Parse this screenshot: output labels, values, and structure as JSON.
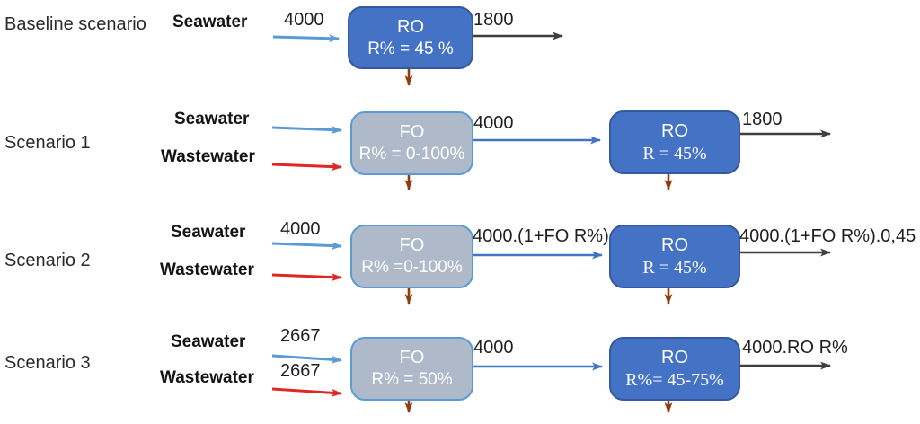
{
  "colors": {
    "ro_fill": "#4472C4",
    "ro_border": "#35599E",
    "fo_fill": "#AEB9C9",
    "fo_border": "#5B9BD5",
    "arrow_lightblue": "#5B9BD5",
    "arrow_darkblue": "#4472C4",
    "arrow_red": "#E02723",
    "arrow_black": "#3F3F3F",
    "arrow_brown": "#8E3D10"
  },
  "rows": [
    {
      "scenario": "Baseline scenario",
      "seawater_label": "Seawater",
      "seawater_flow": "4000",
      "ro_title": "RO",
      "ro_sub": "R% = 45 %",
      "out_flow": "1800"
    },
    {
      "scenario": "Scenario 1",
      "seawater_label": "Seawater",
      "wastewater_label": "Wastewater",
      "fo_title": "FO",
      "fo_sub": "R% = 0-100%",
      "mid_flow": "4000",
      "ro_title": "RO",
      "ro_sub": "R = 45%",
      "out_flow": "1800"
    },
    {
      "scenario": "Scenario 2",
      "seawater_label": "Seawater",
      "seawater_flow": "4000",
      "wastewater_label": "Wastewater",
      "fo_title": "FO",
      "fo_sub": "R% =0-100%",
      "mid_flow": "4000.(1+FO R%)",
      "ro_title": "RO",
      "ro_sub": "R = 45%",
      "out_flow": "4000.(1+FO R%).0,45"
    },
    {
      "scenario": "Scenario 3",
      "seawater_label": "Seawater",
      "seawater_flow": "2667",
      "wastewater_label": "Wastewater",
      "wastewater_flow": "2667",
      "fo_title": "FO",
      "fo_sub": "R% = 50%",
      "mid_flow": "4000",
      "ro_title": "RO",
      "ro_sub": "R%= 45-75%",
      "out_flow": "4000.RO R%"
    }
  ]
}
